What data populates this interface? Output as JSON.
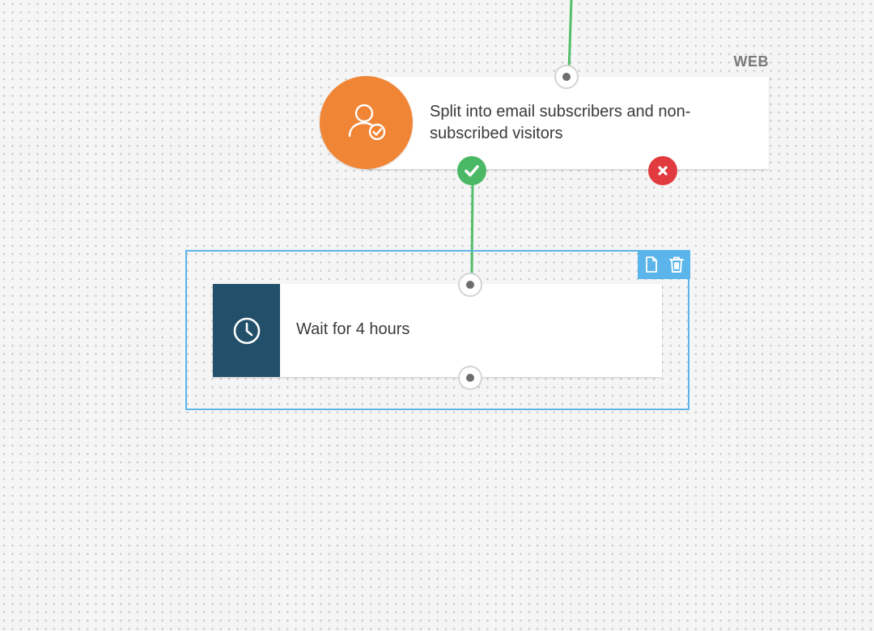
{
  "canvas": {
    "channel_label": "WEB"
  },
  "split_node": {
    "label": "Split into email subscribers and non-subscribed visitors",
    "icon": "user-check-icon",
    "accent_color": "#f18536",
    "yes_branch": {
      "icon": "check-icon",
      "color": "#4ab864"
    },
    "no_branch": {
      "icon": "close-icon",
      "color": "#e23b3f"
    }
  },
  "wait_node": {
    "label": "Wait for 4 hours",
    "icon": "clock-icon",
    "accent_color": "#224f69",
    "selected": true,
    "toolbar": {
      "duplicate_icon": "document-icon",
      "delete_icon": "trash-icon"
    }
  },
  "colors": {
    "connector": "#54be6a",
    "selection": "#5cb5ea",
    "background": "#f5f5f5"
  }
}
